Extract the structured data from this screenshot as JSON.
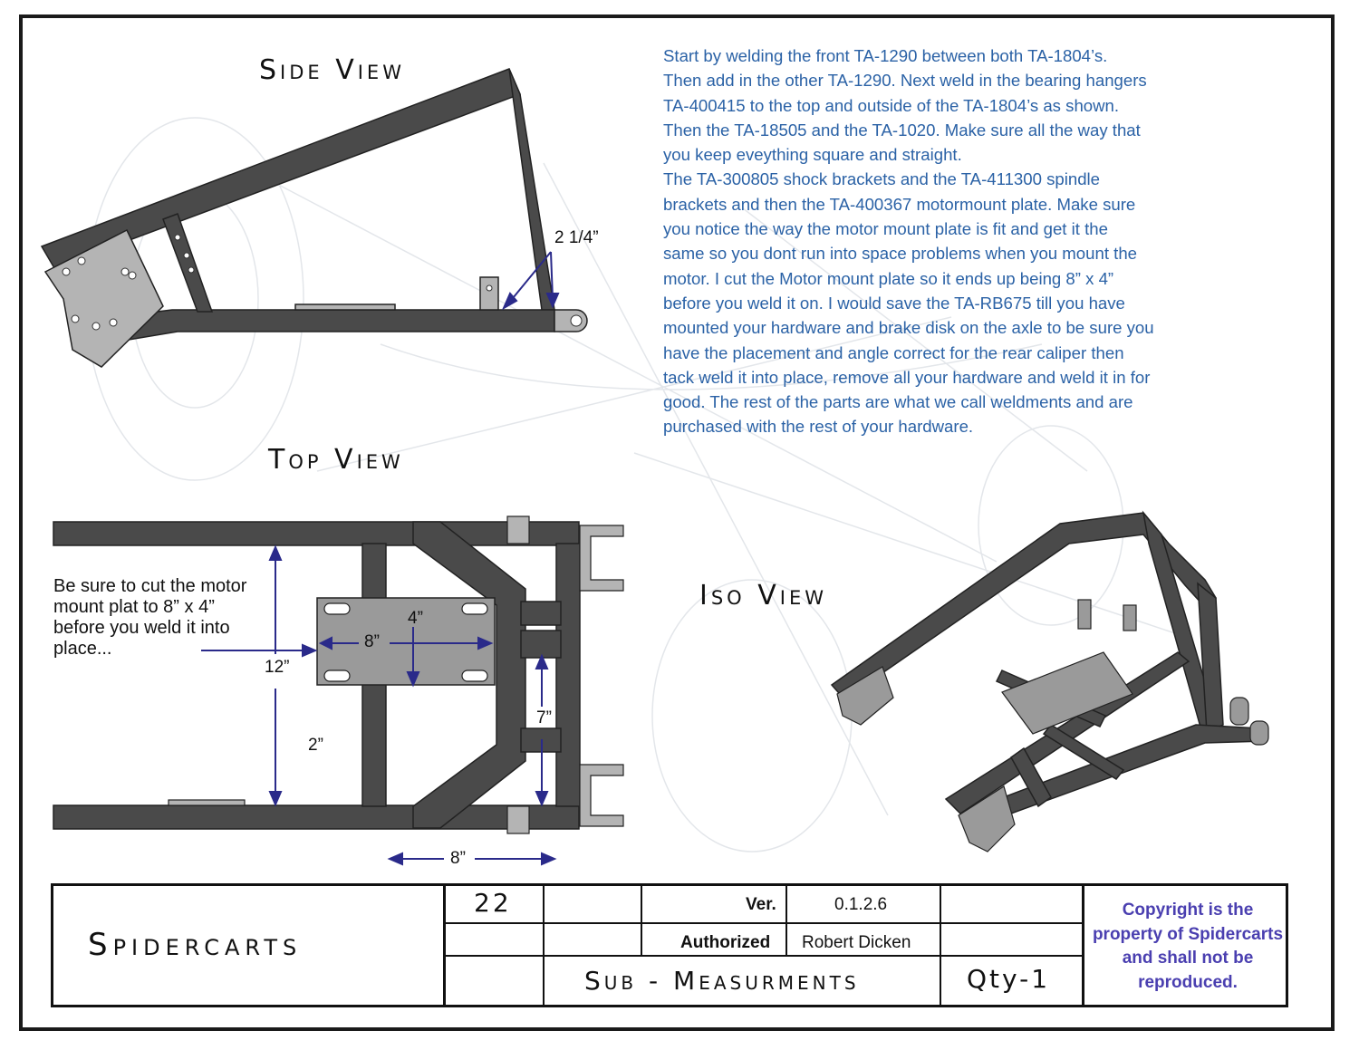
{
  "views": {
    "side": "Side View",
    "top": "Top View",
    "iso": "Iso View"
  },
  "instructions": [
    "Start by welding the front TA-1290 between both TA-1804’s.",
    "Then add in the other TA-1290.  Next weld in the bearing hangers",
    "TA-400415 to the top and outside of the TA-1804’s as shown.",
    "Then the TA-18505 and the TA-1020.  Make sure all the way that",
    "you keep eveything square and straight.",
    "The  TA-300805 shock brackets and the TA-411300 spindle",
    "brackets and then the TA-400367 motormount plate.  Make sure",
    "you notice the way the motor mount plate is fit and get it the",
    "same so you dont run into space problems when you mount the",
    "motor.  I cut the Motor mount plate so it ends up being 8” x 4”",
    "before you weld it on. I would save the TA-RB675 till you have",
    "mounted your hardware and brake disk on the axle to be sure you",
    "have the placement and angle correct for the rear caliper then",
    "tack weld it into place, remove all your hardware and weld it in for",
    "good.  The rest of the parts are what we call weldments and are",
    "purchased with the rest of your hardware."
  ],
  "note": [
    "Be sure to cut the motor",
    "mount plat to 8” x 4”",
    "before you weld it into",
    "place..."
  ],
  "dimensions": {
    "side_height": "2 1/4”",
    "plate_width": "8”",
    "plate_height": "4”",
    "top_12": "12”",
    "top_2": "2”",
    "top_7": "7”",
    "bottom_8": "8”"
  },
  "titleblock": {
    "company": "Spidercarts",
    "sheet_number": "22",
    "ver_label": "Ver.",
    "ver_value": "0.1.2.6",
    "authorized_label": "Authorized",
    "authorized_value": "Robert Dicken",
    "drawing_title": "Sub - Measurments",
    "qty": "Qty-1",
    "copyright": "Copyright is the property of Spidercarts and shall not be reproduced."
  },
  "colors": {
    "frame": "#4a4a4a",
    "plate": "#9a9a9a",
    "dimension_arrow": "#2a2a8a",
    "instructions": "#2b62a6",
    "copyright": "#4a3fb0"
  }
}
